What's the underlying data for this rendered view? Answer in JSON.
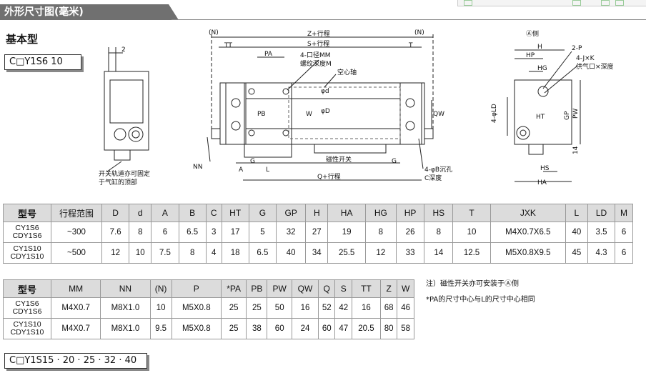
{
  "header": {
    "title": "外形尺寸图(毫米)"
  },
  "section": {
    "title": "基本型"
  },
  "model_box_1": "C□Y1S6 10",
  "model_box_2": "C□Y1S15 · 20 · 25 · 32 · 40",
  "drawing_labels": {
    "two": "2",
    "rail_note_1": "开关轨道亦可固定",
    "rail_note_2": "于气缸的顶部",
    "N_left": "(N)",
    "N_right": "(N)",
    "Z_stroke": "Z+行程",
    "S_stroke": "S+行程",
    "TT": "TT",
    "T": "T",
    "PA": "PA",
    "port_1": "4-口径MM",
    "port_2": "螺纹深度M",
    "hollow_shaft": "空心轴",
    "W": "W",
    "PB": "PB",
    "QW": "QW",
    "NN": "NN",
    "A": "A",
    "L": "L",
    "G_left": "G",
    "G_right": "G",
    "magnetic_switch": "磁性开关",
    "Q_stroke": "Q+行程",
    "cb_1": "4-φB沉孔",
    "cb_2": "C深度",
    "A_side": "Ⓐ侧",
    "H": "H",
    "HP": "HP",
    "HG": "HG",
    "twoP": "2-P",
    "fourJK": "4-J×K",
    "supply": "供气口×深度",
    "fourLD": "4-φLD",
    "GP": "GP",
    "PW": "PW",
    "HT": "HT",
    "HS": "HS",
    "HA": "HA",
    "fourteen": "14",
    "phiD": "φD",
    "phid": "φd"
  },
  "table1": {
    "headers": [
      "型号",
      "行程范围",
      "D",
      "d",
      "A",
      "B",
      "C",
      "HT",
      "G",
      "GP",
      "H",
      "HA",
      "HG",
      "HP",
      "HS",
      "T",
      "JXK",
      "L",
      "LD",
      "M"
    ],
    "rows": [
      [
        "CY1S6\nCDY1S6",
        "~300",
        "7.6",
        "8",
        "6",
        "6.5",
        "3",
        "17",
        "5",
        "32",
        "27",
        "19",
        "8",
        "26",
        "8",
        "10",
        "M4X0.7X6.5",
        "40",
        "3.5",
        "6"
      ],
      [
        "CY1S10\nCDY1S10",
        "~500",
        "12",
        "10",
        "7.5",
        "8",
        "4",
        "18",
        "6.5",
        "40",
        "34",
        "25.5",
        "12",
        "33",
        "14",
        "12.5",
        "M5X0.8X9.5",
        "45",
        "4.3",
        "6"
      ]
    ]
  },
  "table2": {
    "headers": [
      "型号",
      "MM",
      "NN",
      "(N)",
      "P",
      "*PA",
      "PB",
      "PW",
      "QW",
      "Q",
      "S",
      "TT",
      "Z",
      "W"
    ],
    "rows": [
      [
        "CY1S6\nCDY1S6",
        "M4X0.7",
        "M8X1.0",
        "10",
        "M5X0.8",
        "25",
        "25",
        "50",
        "16",
        "52",
        "42",
        "16",
        "68",
        "46"
      ],
      [
        "CY1S10\nCDY1S10",
        "M4X0.7",
        "M8X1.0",
        "9.5",
        "M5X0.8",
        "25",
        "38",
        "60",
        "24",
        "60",
        "47",
        "20.5",
        "80",
        "58"
      ]
    ]
  },
  "notes": {
    "note1": "注）磁性开关亦可安装于Ⓐ侧",
    "note2": "*PA的尺寸中心与L的尺寸中心相同"
  }
}
